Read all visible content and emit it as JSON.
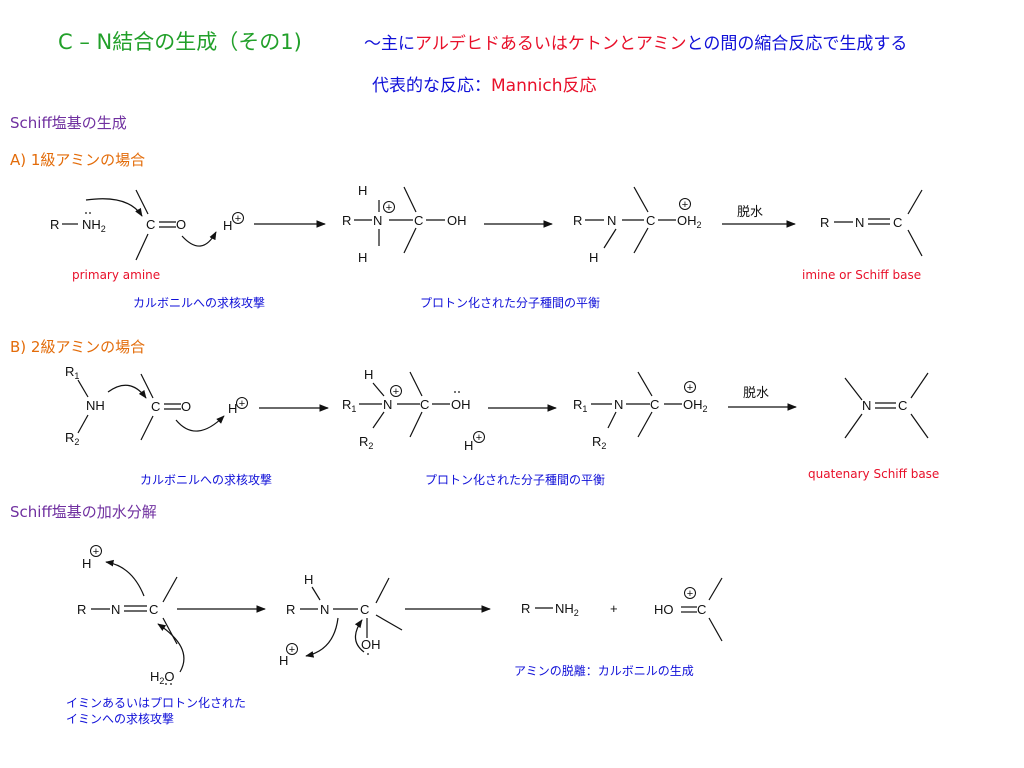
{
  "header": {
    "title_main": "C – N結合の生成（その1)",
    "title_tilde": "〜主に",
    "title_red1": "アルデヒドあるいはケトンとアミン",
    "title_rest": "との間の縮合反応で生成する",
    "subtitle_label": "代表的な反応：",
    "subtitle_reaction": "Mannich反応"
  },
  "sections": {
    "schiff_formation": "Schiff塩基の生成",
    "a_primary": "A)  1級アミンの場合",
    "b_secondary": "B)  2級アミンの場合",
    "hydrolysis": "Schiff塩基の加水分解"
  },
  "captions": {
    "primary_amine": "primary amine",
    "imine_or_schiff": "imine or Schiff base",
    "quatenary_schiff": "quatenary Schiff base",
    "carbonyl_attack_a": "カルボニルへの求核攻撃",
    "proton_equilibrium_a": "プロトン化された分子種間の平衡",
    "carbonyl_attack_b": "カルボニルへの求核攻撃",
    "proton_equilibrium_b": "プロトン化された分子種間の平衡",
    "amine_release": "アミンの脱離：カルボニルの生成",
    "imine_attack_line1": "イミンあるいはプロトン化された",
    "imine_attack_line2": "イミンへの求核攻撃"
  },
  "chem": {
    "R": "R",
    "R1": "R",
    "sub1": "1",
    "sub2": "2",
    "N": "N",
    "NH": "NH",
    "NH2": "NH",
    "C": "C",
    "O": "O",
    "OH": "OH",
    "HO": "HO",
    "H": "H",
    "H2O": "H",
    "dehydration": "脱水",
    "plus": "+",
    "plus_circle": "+"
  },
  "colors": {
    "title_green": "#22a02a",
    "blue": "#1010d8",
    "red": "#e8102a",
    "purple": "#7030a0",
    "orange": "#e36c0a"
  }
}
